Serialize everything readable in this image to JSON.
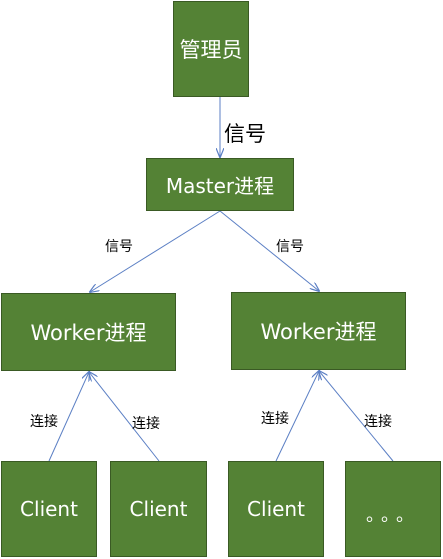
{
  "nodes": {
    "admin": "管理员",
    "master": "Master进程",
    "worker_left": "Worker进程",
    "worker_right": "Worker进程",
    "client_1": "Client",
    "client_2": "Client",
    "client_3": "Client",
    "more": "。。。"
  },
  "edge_labels": {
    "signal_main": "信号",
    "signal_left": "信号",
    "signal_right": "信号",
    "connect_1": "连接",
    "connect_2": "连接",
    "connect_3": "连接",
    "connect_4": "连接"
  },
  "colors": {
    "node_fill": "#548235",
    "arrow": "#5b7fc4"
  }
}
